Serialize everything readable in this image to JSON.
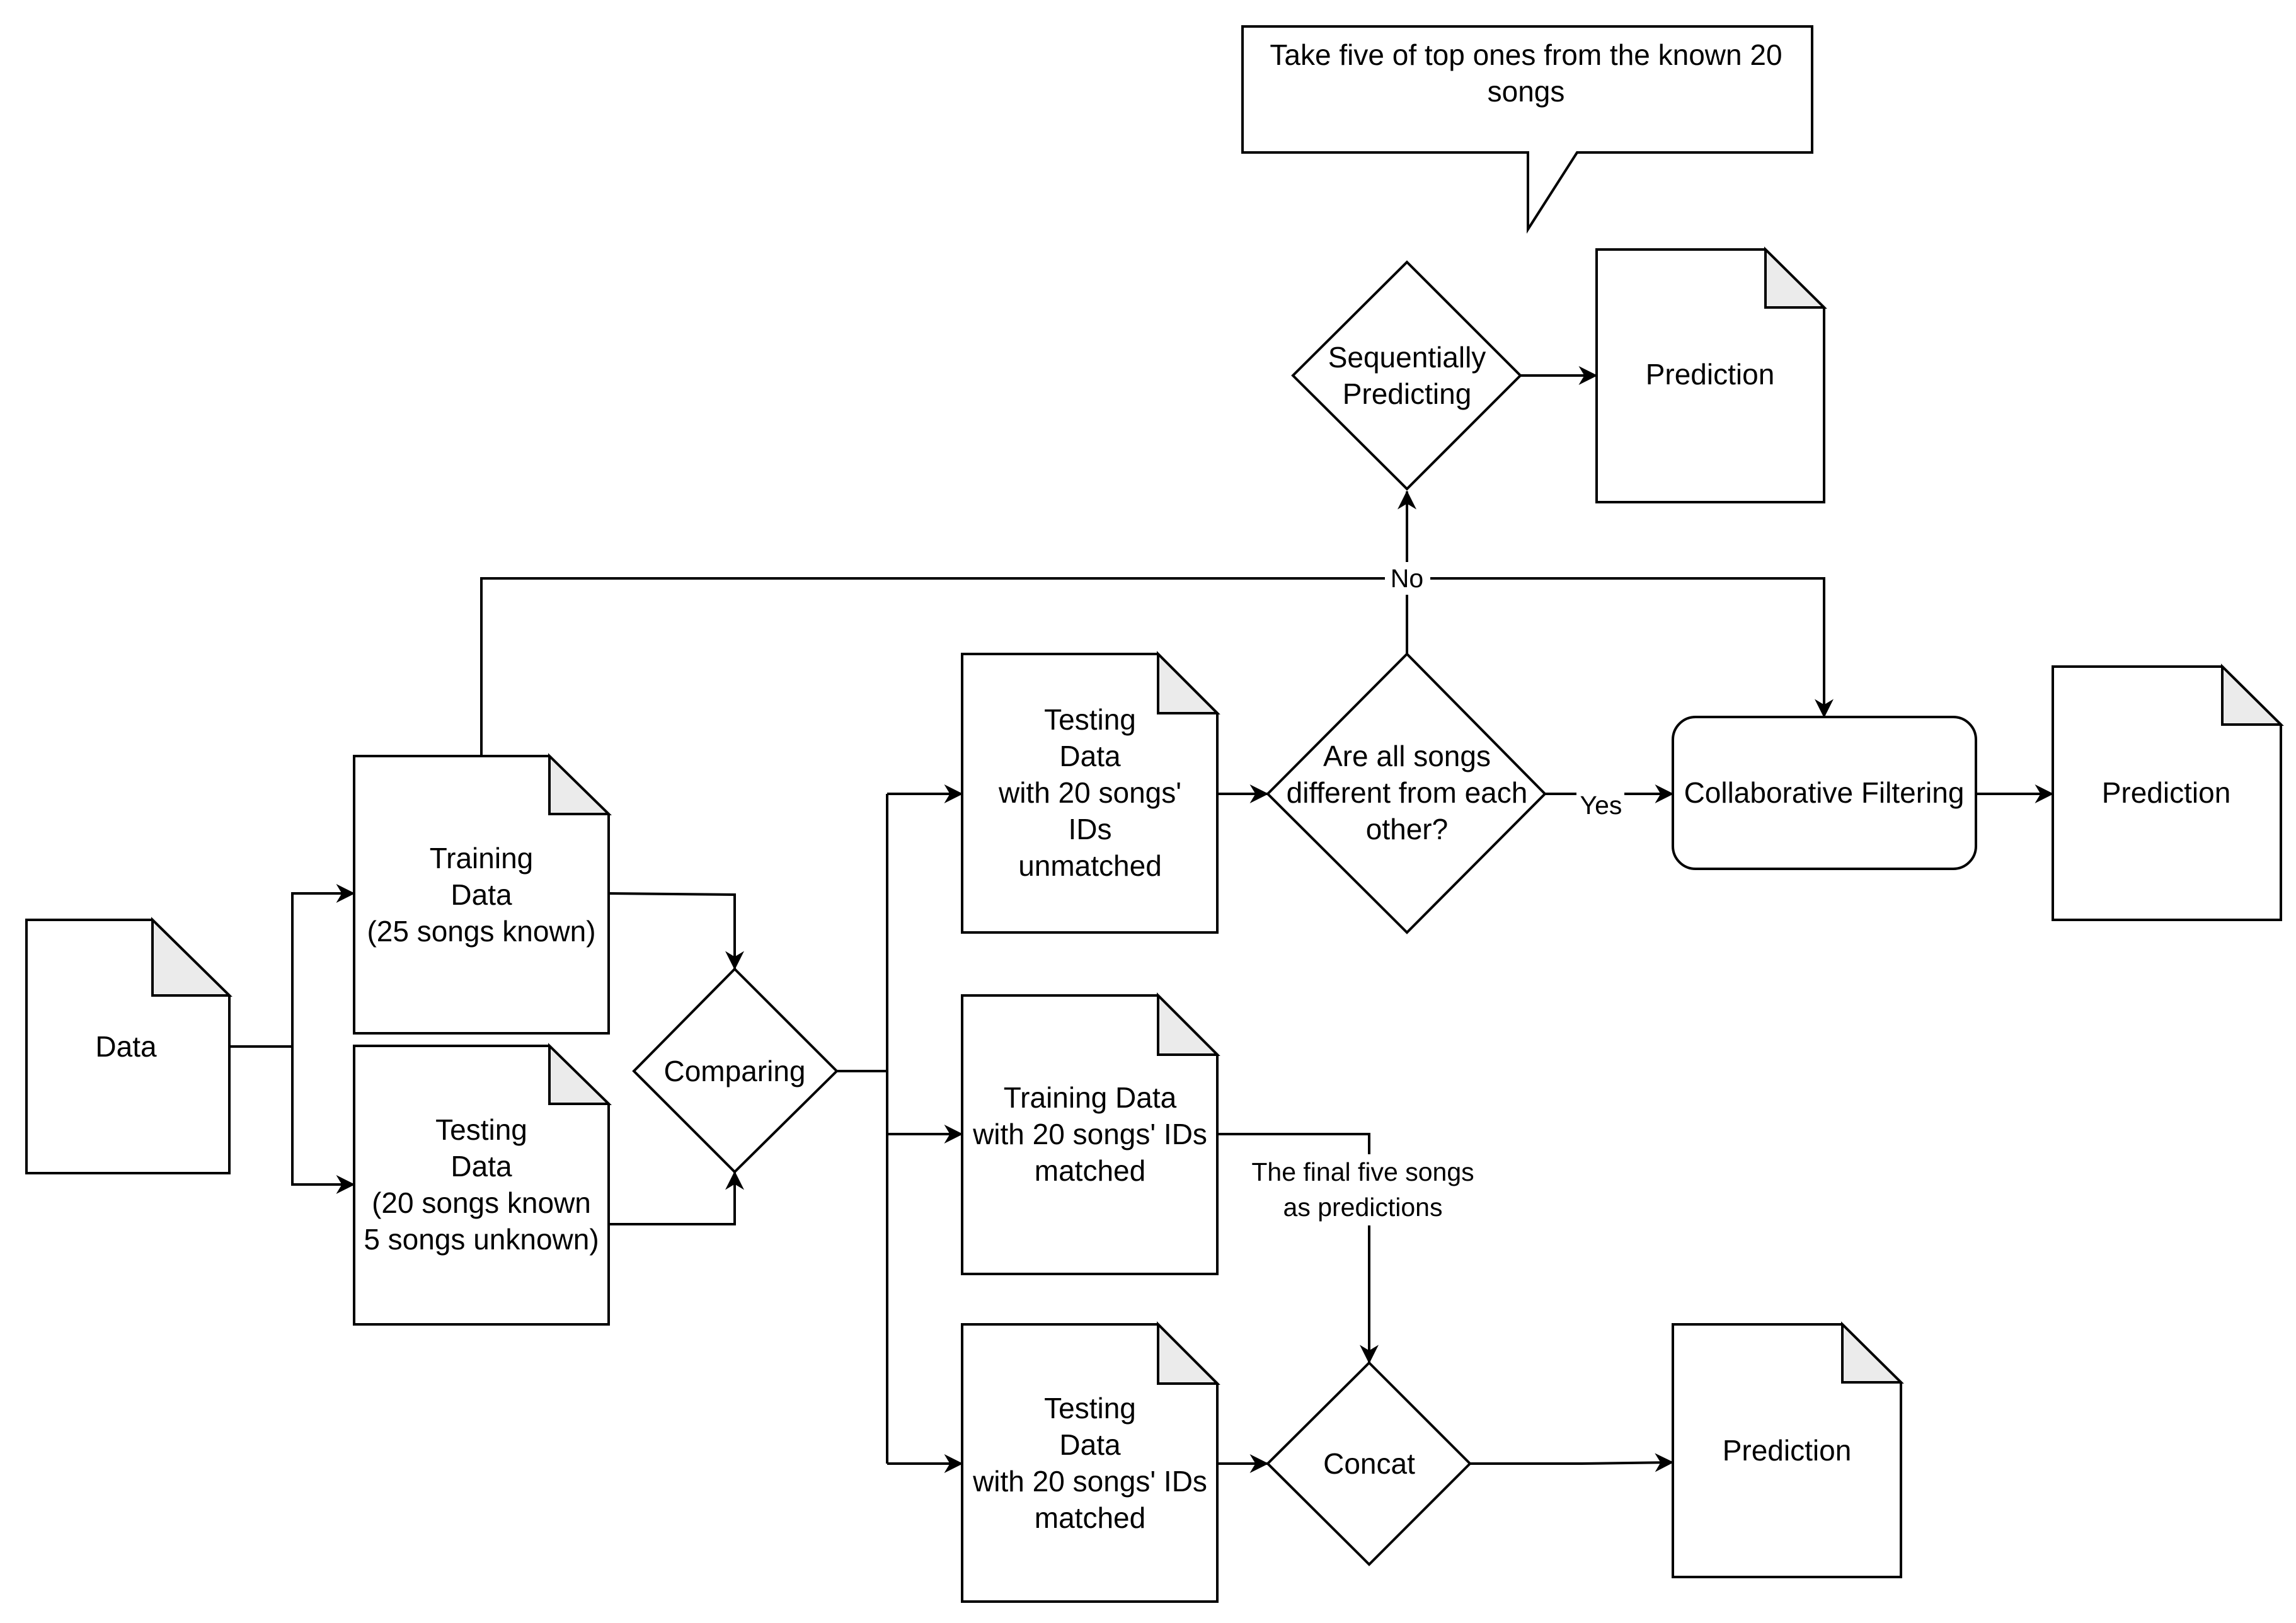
{
  "nodes": {
    "data": [
      "Data"
    ],
    "training_data": [
      "Training",
      "Data",
      "(25 songs known)"
    ],
    "testing_data": [
      "Testing",
      "Data",
      "(20 songs known",
      "5 songs unknown)"
    ],
    "comparing": [
      "Comparing"
    ],
    "testing_unmatched": [
      "Testing",
      "Data",
      "with 20 songs'",
      "IDs",
      "unmatched"
    ],
    "training_matched": [
      "Training Data",
      "with 20 songs' IDs",
      "matched"
    ],
    "testing_matched": [
      "Testing",
      "Data",
      "with 20 songs' IDs",
      "matched"
    ],
    "all_different": [
      "Are all songs",
      "different from each",
      "other?"
    ],
    "sequential": [
      "Sequentially",
      "Predicting"
    ],
    "prediction_top": [
      "Prediction"
    ],
    "collaborative": [
      "Collaborative Filtering"
    ],
    "prediction_right": [
      "Prediction"
    ],
    "concat": [
      "Concat"
    ],
    "prediction_bottom": [
      "Prediction"
    ]
  },
  "callout": [
    "Take five of top ones from the known 20",
    "songs"
  ],
  "edge_labels": {
    "no": "No",
    "yes": "Yes",
    "final_five": [
      "The final five songs",
      "as predictions"
    ]
  },
  "colors": {
    "stroke": "#000000",
    "fold": "#ebebeb",
    "fill": "#ffffff"
  }
}
